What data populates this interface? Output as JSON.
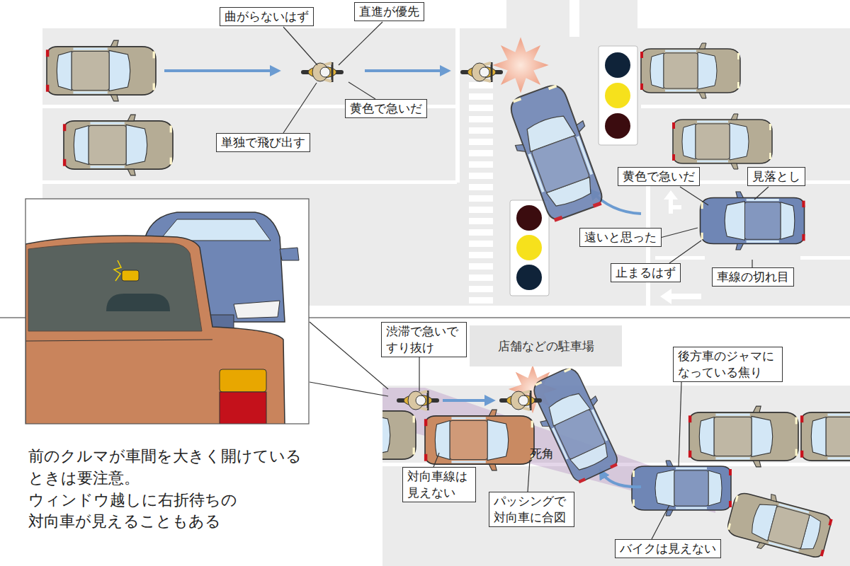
{
  "diagram": {
    "nodes": [
      {
        "text": [
          "曲がらないはず"
        ]
      },
      {
        "text": [
          "直進が優先"
        ]
      },
      {
        "text": [
          "黄色で急いだ"
        ]
      },
      {
        "text": [
          "単独で飛び出す"
        ]
      },
      {
        "text": [
          "黄色で急いだ"
        ]
      },
      {
        "text": [
          "見落とし"
        ]
      },
      {
        "text": [
          "遠いと思った"
        ]
      },
      {
        "text": [
          "止まるはず"
        ]
      },
      {
        "text": [
          "車線の切れ目"
        ]
      },
      {
        "text": [
          "渋滞で急いで すり抜け"
        ]
      },
      {
        "text": [
          "店舗などの駐車場"
        ]
      },
      {
        "text": [
          "後方車のジャマに なっている焦り"
        ]
      },
      {
        "text": [
          "対向車線は 見えない"
        ]
      },
      {
        "text": [
          "パッシングで 対向車に合図"
        ]
      },
      {
        "text": [
          "バイクは見えない"
        ]
      }
    ],
    "labels": [
      "前のクルマが車間を大きく開けている ときは要注意。ウィンドウ越しに右折待ちの 対向車が見えることもある",
      "死角"
    ]
  }
}
